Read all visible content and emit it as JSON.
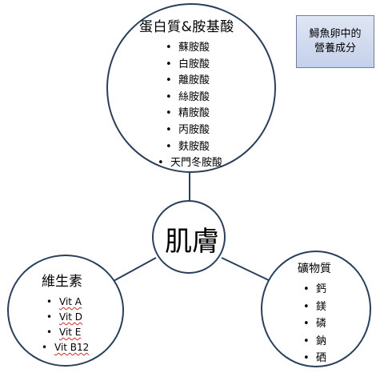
{
  "title_box": {
    "line1": "鱘魚卵中的",
    "line2": "營養成分"
  },
  "center": {
    "label": "肌膚"
  },
  "protein": {
    "title": "蛋白質&胺基酸",
    "items": [
      "蘇胺酸",
      "白胺酸",
      "離胺酸",
      "絲胺酸",
      "精胺酸",
      "丙胺酸",
      "麩胺酸",
      "天門冬胺酸"
    ]
  },
  "vitamins": {
    "title": "維生素",
    "items": [
      "Vit A",
      "Vit D",
      "Vit E",
      "Vit B12"
    ]
  },
  "minerals": {
    "title": "礦物質",
    "items": [
      "鈣",
      "鎂",
      "磷",
      "鈉",
      "硒"
    ]
  },
  "colors": {
    "circle_border": "#2a3f5a",
    "box_fill": "#c5d1ea",
    "box_border": "#6f7f9c"
  }
}
